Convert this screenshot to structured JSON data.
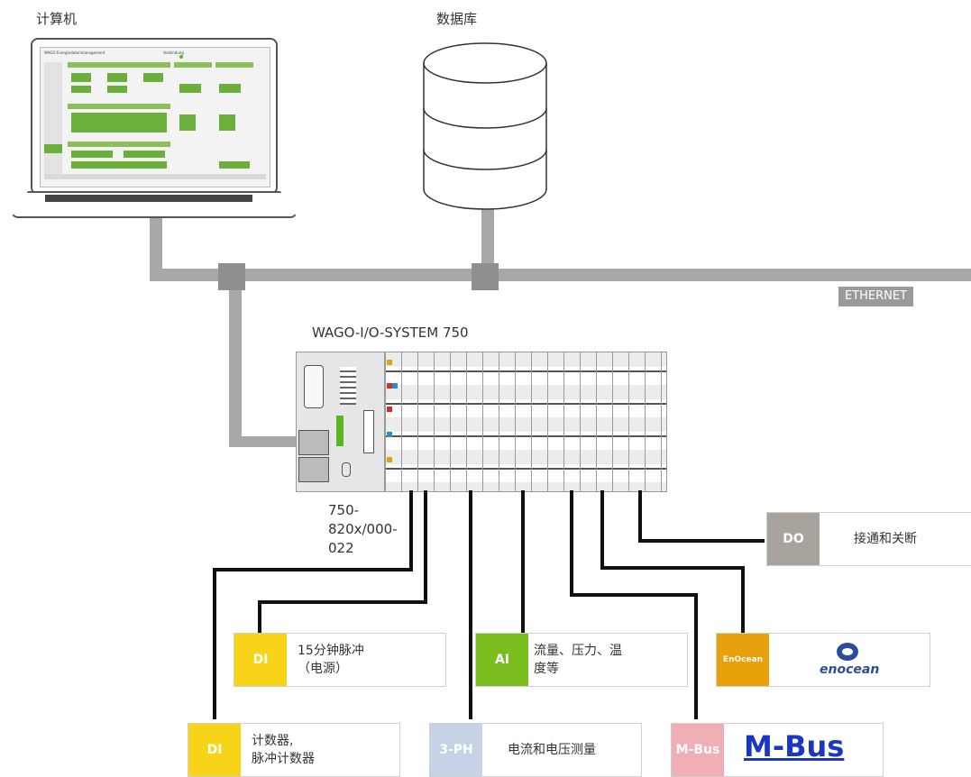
{
  "labels": {
    "computer": "计算机",
    "database": "数据库",
    "ethernet": "ETHERNET",
    "system": "WAGO-I/O-SYSTEM 750",
    "controller": "750-\n820x/000-\n022"
  },
  "screen": {
    "title": "WAGO Energiedatenmanagement",
    "status": "Verbindung"
  },
  "signals": {
    "do": {
      "tag": "DO",
      "text": "接通和关断",
      "color": "#a9a39e"
    },
    "di1": {
      "tag": "DI",
      "text": "15分钟脉冲\n（电源）",
      "color": "#f7d417"
    },
    "ai": {
      "tag": "AI",
      "text": "流量、压力、温\n度等",
      "color": "#79be1e"
    },
    "eno": {
      "tag": "EnOcean",
      "logo": "enocean",
      "color": "#e8a10a"
    },
    "di2": {
      "tag": "DI",
      "text": "计数器,\n脉冲计数器",
      "color": "#f7d417"
    },
    "ph": {
      "tag": "3-PH",
      "text": "电流和电压测量",
      "color": "#c8d2e6"
    },
    "mbus": {
      "tag": "M-Bus",
      "logo": "M-Bus",
      "color": "#f0aeb6"
    }
  }
}
